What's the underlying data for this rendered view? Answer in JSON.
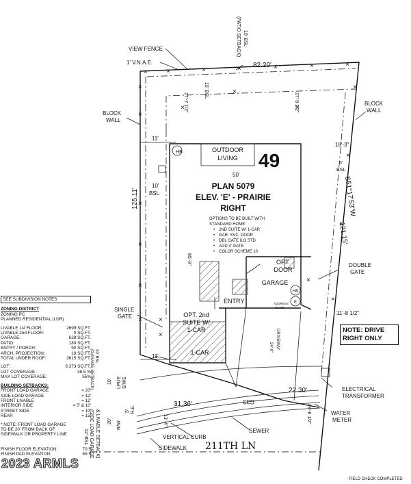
{
  "lot_number": "49",
  "plan": {
    "title_line1": "PLAN 5079",
    "title_line2": "ELEV. 'E' - PRAIRIE",
    "title_line3": "RIGHT",
    "options_intro": [
      "OPTIONS TO BE BUILT WITH",
      "STANDARD HOME:"
    ],
    "options": [
      "2ND SUITE W/ 1-CAR",
      "GAR. SVC. DOOR",
      "DBL GATE ILO STD",
      "ADD 4' GATE",
      "COLOR SCHEME 10"
    ]
  },
  "rooms": {
    "outdoor_living": [
      "OUTDOOR",
      "LIVING"
    ],
    "opt_door": [
      "OPT.",
      "DOOR"
    ],
    "garage": "GARAGE",
    "entry": "ENTRY",
    "opt_suite": [
      "OPT. 2nd",
      "SUITE W/",
      "1-CAR"
    ],
    "one_car": "1-CAR",
    "hb": "HB",
    "e": "E",
    "address_plate": [
      "ADDRESS",
      "PLATE"
    ],
    "driveway": "DRIVEWAY"
  },
  "labels": {
    "view_fence": "VIEW FENCE",
    "vnae": "1' V.N.A.E.",
    "patio_setback": [
      "10' BSL",
      "(PATIO SETBACK)"
    ],
    "block_wall_left": [
      "BLOCK",
      "WALL"
    ],
    "block_wall_right": [
      "BLOCK",
      "WALL"
    ],
    "double_gate": [
      "DOUBLE",
      "GATE"
    ],
    "single_gate": [
      "SINGLE",
      "GATE"
    ],
    "electrical_transformer": [
      "ELECTRICAL",
      "TRANSFORMER"
    ],
    "water_meter": [
      "WATER",
      "METER"
    ],
    "sewer": "SEWER",
    "vertical_curb": "VERTICAL CURB",
    "sidewalk": "SIDEWALK",
    "street": "211TH LN",
    "c33": "C33",
    "bsl_left": [
      "12' BSL",
      "(SIDE LOAD GARAGE",
      "& LIVABLE SETBACK)"
    ],
    "bsl_garage": [
      "20' BSL",
      "(GARAGE SETBACK)"
    ],
    "lpue": "LPUE",
    "swe": "S/WE",
    "re": "R.E.",
    "rw": "R/W",
    "bsl_10": "10'",
    "bsl_10b": "BSL",
    "bsl_5": "5'",
    "bsl_5b": "BSL",
    "bsl_15": "15' BSL"
  },
  "dimensions": {
    "top": "82.20'",
    "left": "125.11'",
    "right_bearing": "S51°17'53\"W",
    "right_len": "121.15'",
    "bottom_left": "31.36'",
    "bottom_right": "22.30'",
    "d_27_7": "27'-7 1/2\"",
    "d_27_8": "27'-8 1/2\"",
    "d_11_top": "11'",
    "d_10": "10'",
    "d_50": "50'",
    "d_18_3": "18'-3\"",
    "d_11_8": "11'-8 1/2\"",
    "d_11_bottom": "11'",
    "d_85_9": "85'-9\"",
    "d_24_0": "24'-0\"",
    "d_13_4": "13'-4\"",
    "d_28_6": "28'-6 1/2\"",
    "d_10b": "10'",
    "d_20": "20'",
    "d_5": "5'"
  },
  "sidebar": {
    "see_notes": "SEE SUBDIVISION NOTES",
    "zoning_header": "ZONING DISTRICT",
    "zoning": "ZONING:PC",
    "planned": "PLANNED RESIDENTIAL (LDR)",
    "areas": [
      {
        "label": "LIVABLE 1st FLOOR:",
        "value": "2699 SQ.FT."
      },
      {
        "label": "LIVABLE 2nd FLOOR:",
        "value": "0 SQ.FT."
      },
      {
        "label": "GARAGE:",
        "value": "628 SQ.FT."
      },
      {
        "label": "PATIO:",
        "value": "180 SQ.FT."
      },
      {
        "label": "ENTRY / PORCH:",
        "value": "90 SQ.FT."
      },
      {
        "label": "ARCH. PROJECTION:",
        "value": "18 SQ.FT."
      },
      {
        "label": "TOTAL UNDER ROOF:",
        "value": "3615 SQ.FT."
      }
    ],
    "lot": [
      {
        "label": "LOT :",
        "value": "9,373 SQ.FT."
      },
      {
        "label": "LOT COVERAGE :",
        "value": "38.5 %"
      },
      {
        "label": "MAX LOT COVERAGE:",
        "value": "55%"
      }
    ],
    "setbacks_header": "BUILDING SETBACKS:",
    "setbacks": [
      {
        "label": "FRONT LOAD GARAGE",
        "value": "= 20'"
      },
      {
        "label": "SIDE LOAD GARAGE",
        "value": "= 12'"
      },
      {
        "label": "FRONT LIVABLE",
        "value": "= 12'"
      },
      {
        "label": "INTERIOR SIDE",
        "value": "= 5' & 10'"
      },
      {
        "label": "STREET SIDE",
        "value": "= 10'"
      },
      {
        "label": "REAR",
        "value": "= 15'"
      }
    ],
    "note_lines": [
      "* NOTE: FRONT LOAD GARAGE",
      "TO BE 20' FROM BACK OF",
      "SIDEWALK OR PROPERTY LINE"
    ],
    "finish_floor": {
      "label": "FINISH FLOOR ELEVATION:",
      "value": "70.5"
    },
    "finish_pad": {
      "label": "FINISH PAD ELEVATION:",
      "value": "69.5"
    }
  },
  "note_drive": [
    "NOTE: DRIVE",
    "RIGHT ONLY"
  ],
  "watermark": "2023 ARMLS",
  "field_check": "FIELD CHECK COMPLETED"
}
